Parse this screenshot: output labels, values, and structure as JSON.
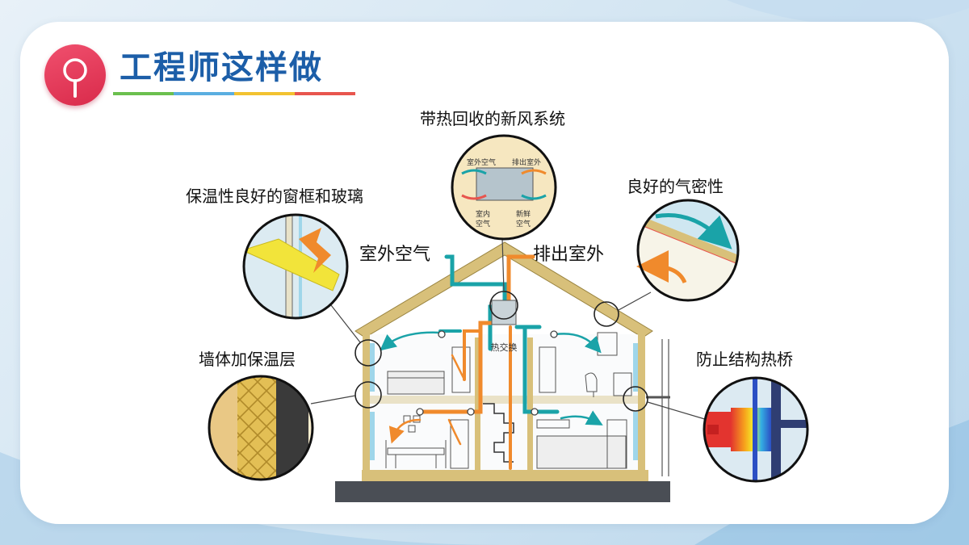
{
  "header": {
    "title": "工程师这样做",
    "badge_icon": "magnifier-icon",
    "badge_color": "#e23a5c",
    "title_color": "#1c5ea8",
    "underline_colors": [
      "#6bbf4e",
      "#5aaee0",
      "#f2c230",
      "#e8554e"
    ]
  },
  "labels": {
    "ventilation": "带热回收的新风系统",
    "windows": "保温性良好的窗框和玻璃",
    "airtight": "良好的气密性",
    "outdoor_air": "室外空气",
    "exhaust": "排出室外",
    "wall_insulation": "墙体加保温层",
    "thermal_bridge": "防止结构热桥",
    "heat_exchange": "热交换"
  },
  "ventilation_detail": {
    "outdoor_air": "室外空气",
    "exhaust": "排出室外",
    "indoor_air_line1": "室内",
    "indoor_air_line2": "空气",
    "fresh_air_line1": "新鲜",
    "fresh_air_line2": "空气"
  },
  "colors": {
    "fresh_air": "#1aa3a8",
    "exhaust_air": "#f08a2c",
    "wall": "#d8c07a",
    "dark_wall": "#3a3a3a",
    "insulation": "#e9c14a"
  }
}
